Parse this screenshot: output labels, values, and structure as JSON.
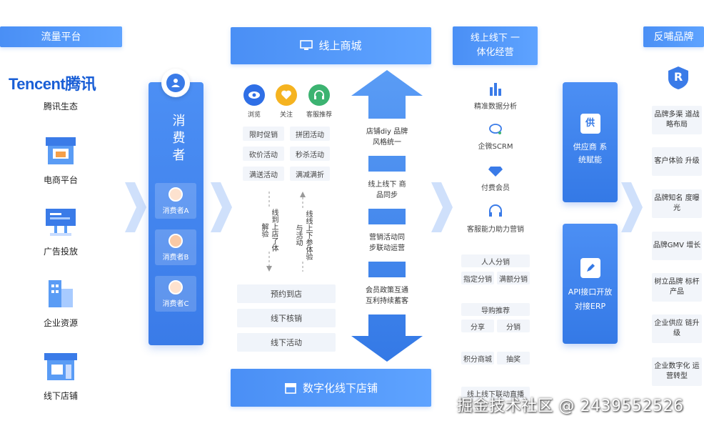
{
  "col1": {
    "header": "流量平台",
    "tencent_logo": "Tencent腾讯",
    "items": [
      "腾讯生态",
      "电商平台",
      "广告投放",
      "企业资源",
      "线下店铺"
    ]
  },
  "consumer": {
    "title": "消费者",
    "members": [
      "消费者A",
      "消费者B",
      "消费者C"
    ]
  },
  "online_mall": {
    "header": "线上商城",
    "icons": [
      "浏览",
      "关注",
      "客服推荐"
    ],
    "tags": [
      "限时促销",
      "拼团活动",
      "砍价活动",
      "秒杀活动",
      "满送活动",
      "满减满折"
    ],
    "flow_down": "线到上店了体解验",
    "flow_up": "线线上下参体验与活动",
    "offline_items": [
      "预约到店",
      "线下核销",
      "线下活动"
    ]
  },
  "big_arrow": {
    "cards": [
      "店铺diy 品牌风格统一",
      "线上线下 商品同步",
      "营销活动同 步联动运营",
      "会员政策互通 互利持续蓄客"
    ]
  },
  "digital_store": {
    "header": "数字化线下店铺"
  },
  "integration": {
    "header": "线上线下 一体化经营",
    "features": [
      "精准数据分析",
      "企微SCRM",
      "付费会员",
      "客服能力助力营销"
    ],
    "tags": [
      "人人分销",
      "指定分销",
      "满额分销",
      "导购推荐",
      "分享",
      "分销",
      "积分商城",
      "抽奖",
      "线上线下联动直播"
    ]
  },
  "supplier": {
    "title": "供应商 系统赋能",
    "badge": "供"
  },
  "api": {
    "title": "API接口开放 对接ERP"
  },
  "brand": {
    "header": "反哺品牌",
    "badge": "R",
    "items": [
      "品牌多渠 道战略布局",
      "客户体验 升级",
      "品牌知名 度曝光",
      "品牌GMV 增长",
      "树立品牌 标杆产品",
      "企业供应 链升级",
      "企业数字化 运营转型"
    ]
  },
  "watermark": "掘金技术社区 @ 2439552526",
  "colors": {
    "primary": "#4a8ff5",
    "tencent": "#1a5fd6",
    "eye": "#2f6fe6",
    "heart": "#f5b320",
    "headset": "#3cb371"
  }
}
